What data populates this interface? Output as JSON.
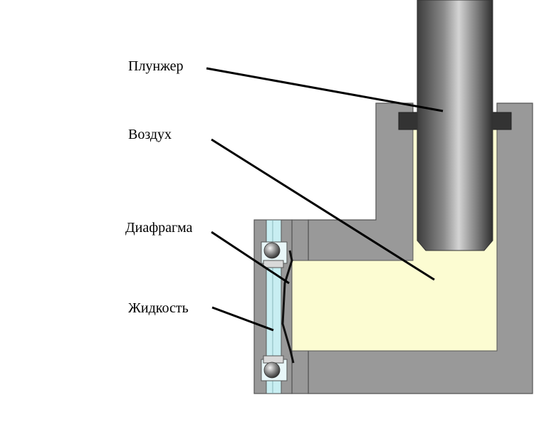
{
  "labels": {
    "plunger": "Плунжер",
    "air": "Воздух",
    "diaphragm": "Диафрагма",
    "liquid": "Жидкость"
  },
  "colors": {
    "body": "#999999",
    "air_fill": "#fcfcd2",
    "liquid_fill": "#c8eef2",
    "seal": "#333333",
    "outline": "#555555",
    "leader": "#000000"
  }
}
